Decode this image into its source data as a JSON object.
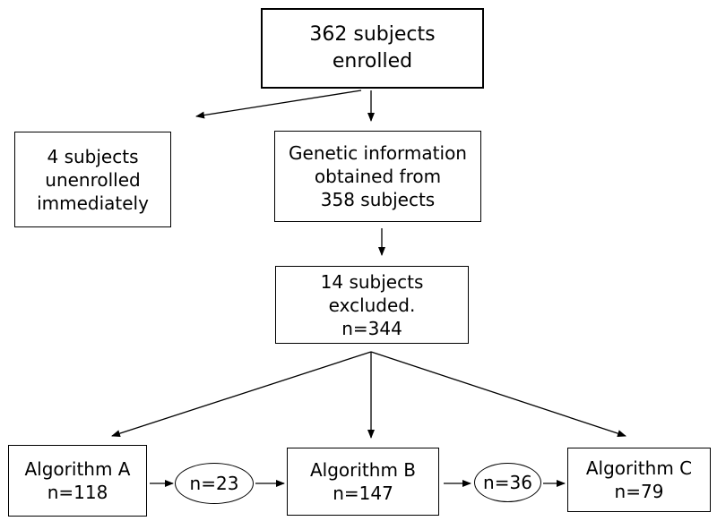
{
  "enrolled": {
    "lines": [
      "362 subjects",
      "enrolled"
    ]
  },
  "unenrolled": {
    "lines": [
      "4 subjects",
      "unenrolled",
      "immediately"
    ]
  },
  "genetic": {
    "lines": [
      "Genetic information",
      "obtained from",
      "358 subjects"
    ]
  },
  "excluded": {
    "lines": [
      "14 subjects",
      "excluded.",
      "n=344"
    ]
  },
  "algorithm_a": {
    "lines": [
      "Algorithm A",
      "n=118"
    ]
  },
  "algorithm_b": {
    "lines": [
      "Algorithm B",
      "n=147"
    ]
  },
  "algorithm_c": {
    "lines": [
      "Algorithm C",
      "n=79"
    ]
  },
  "link_ab": {
    "label": "n=23"
  },
  "link_bc": {
    "label": "n=36"
  }
}
